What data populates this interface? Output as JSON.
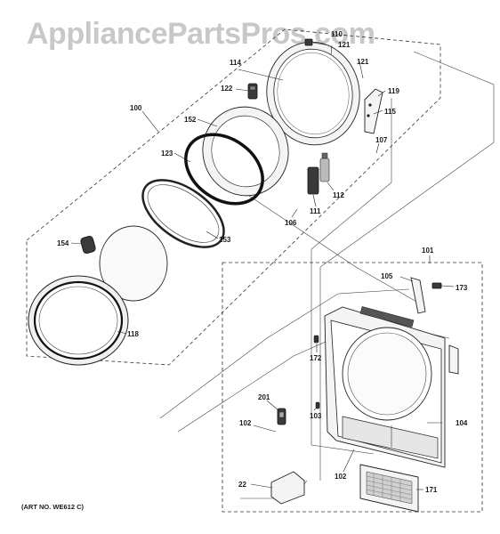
{
  "watermark": "AppliancePartsPros.com",
  "art_number": "(ART NO. WE612 C)",
  "labels": {
    "l100": "100",
    "l101": "101",
    "l102a": "102",
    "l102b": "102",
    "l103": "103",
    "l104": "104",
    "l105": "105",
    "l106": "106",
    "l107": "107",
    "l110": "110",
    "l111": "111",
    "l112": "112",
    "l114": "114",
    "l115": "115",
    "l118": "118",
    "l119": "119",
    "l121a": "121",
    "l121b": "121",
    "l122": "122",
    "l123": "123",
    "l152": "152",
    "l153": "153",
    "l154": "154",
    "l171": "171",
    "l172": "172",
    "l173": "173",
    "l201": "201",
    "l22": "22"
  }
}
